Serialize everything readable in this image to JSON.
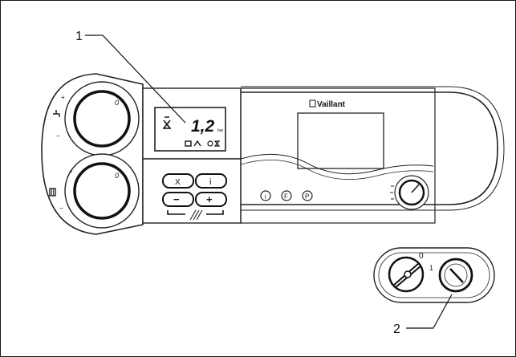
{
  "callouts": {
    "one": "1",
    "two": "2"
  },
  "display": {
    "value": "1,2",
    "unit": "bar"
  },
  "brand": "Vaillant",
  "buttons": {
    "minus": "−",
    "plus": "+",
    "info": "i",
    "chimney": "X"
  },
  "round_buttons": [
    "i",
    "F",
    "P"
  ],
  "main_switch": {
    "off": "0",
    "on": "1"
  },
  "colors": {
    "line": "#222222",
    "panel": "#ffffff",
    "frame": "#1a1a1a"
  }
}
